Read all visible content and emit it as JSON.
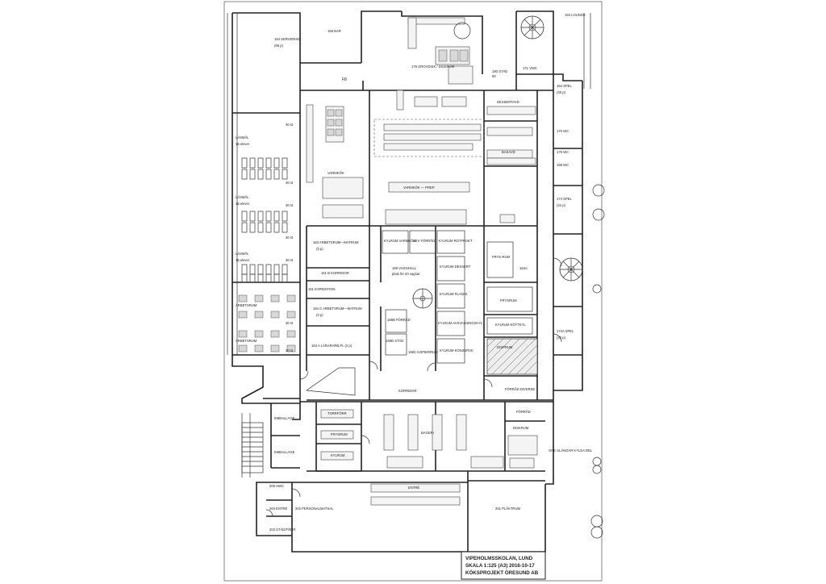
{
  "title_block": {
    "school": "VIPEHOLMSSKOLAN, LUND",
    "scale": "SKALA 1:125 (A3) 2016-10-17",
    "company": "KÖKSPROJEKT ÖRESUND AB"
  },
  "rooms": {
    "servering": "154 SERVERING",
    "servering_seats": "(86 p)",
    "bar": "158 BAR",
    "grovdisk": "176 GROVDISK / DISKRUM",
    "stad_top": "180 STÄD",
    "dessertavd": "DESSERTAVD",
    "bakavd": "BAKAVD",
    "varmkok": "VARMKÖK",
    "varmkok_prep": "VARMKÖK — PREP.",
    "lasmal_1": "LÄSMÅL",
    "lasmal_1_sub": "16 elever",
    "lasmal_2": "LÄSMÅL",
    "lasmal_2_sub": "16 elever",
    "lasmal_3": "LÄSMÅL",
    "lasmal_3_sub": "16 elever",
    "arbetsrum_1": "ARBETSRUM",
    "arbetsrum_2": "ARBETSRUM",
    "arbetsrum_matrum_1": "163 ARBETSRUM—MATRUM",
    "arbetsrum_matrum_1_sub": "(3 p)",
    "korridor_b": "161 B KORRIDOR",
    "expedition": "161 EXPEDITION",
    "arbetsrum_matrum_2": "164 C ARBETSRUM—MATRUM",
    "arbetsrum_matrum_2_sub": "(3 p)",
    "lararpl": "164 A LÄRARARB.PL (2 p)",
    "kylrum_varmkok": "KYLRUM VARMKÖK",
    "forrad_top": "SEV FÖRRÅD",
    "kylrum_rotfrukt": "KYLRUM ROTFRUKT",
    "vagnhall": "169 VAGNHALL",
    "vagnhall_sub": "plats för 20 vagnar",
    "kylrum_dessert": "KYLRUM DESSERT",
    "kylrum_flaskk": "KYLRUM FLASKK",
    "frysrum_top": "FRYS-RUM",
    "frysrum_mid": "FRYSRUM",
    "kylrum_avvalning": "KYLRUM AVSVALNINGSKYL",
    "kylrum_konserv": "KYLRUM KONSERVK",
    "kylrum_kottkyl": "KYLRUM KÖTTKYL",
    "forrad_mid": "168B FÖRRÅD",
    "stad_mid": "168D STÄD",
    "kopierrum": "168C KOPIERRUM",
    "disprum": "DISPRUM",
    "forrad_diverse": "FÖRRÅD DIVERSE",
    "korridor": "KORRIDOR",
    "torrforrad": "TORRFÖRR",
    "frysrum_low": "FRYSRUM",
    "kylrum_low": "KYLRUM",
    "bageri": "BAGERI",
    "forrad_low": "FÖRRÅD",
    "diskrum": "DISKRUM",
    "entre": "ENTRÉ",
    "personalmatsal": "202 PERSONALMATSAL",
    "plaktrum": "201 PLÅKTRUM",
    "hwc": "205 HWC",
    "entre_low": "204 ENTRÉ",
    "stadforrad": "203 STÄD/FÖRR",
    "emballage_1": "EMBALLAGE",
    "emballage_2": "EMBALLAGE",
    "sopor": "GRE SLÄNGAR KYLDA DEL",
    "vwc": "171 VWC",
    "whc_1": "170 WC",
    "whc_2": "175 WC",
    "wc_3": "158 WC",
    "spel_1": "164 SPEL",
    "spel_1_sub": "(30 p)",
    "spel_2": "174 SPEL",
    "spel_2_sub": "(34 p)",
    "spel_3": "174A SPEL",
    "spel_3_sub": "(30 p)",
    "lounge": "194 LOUNGE",
    "hyvlar": "164A",
    "seats_1": "30 st",
    "seats_2": "30 st",
    "seats_3": "30 st",
    "seats_4": "30 st",
    "seats_5": "30 st",
    "seats_6": "30 st",
    "seats_7": "30 st",
    "grid_label": "F8",
    "level": "60"
  }
}
